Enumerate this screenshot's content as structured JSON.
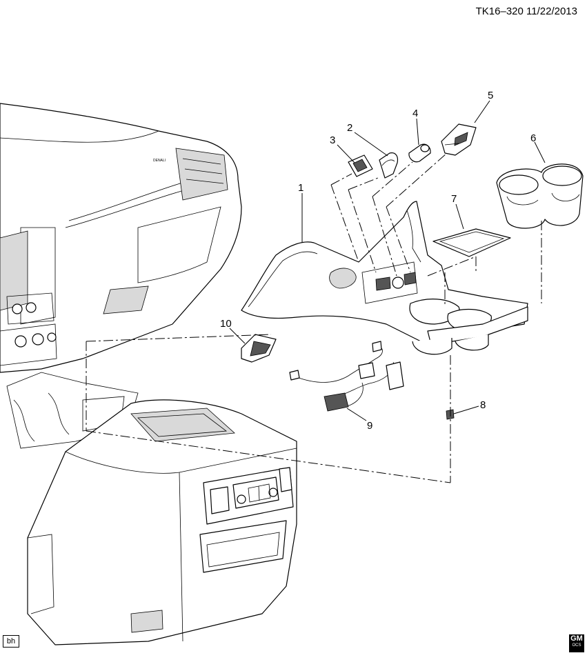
{
  "header": {
    "code": "TK16–320  11/22/2013"
  },
  "corner_tag": "bh",
  "logo": {
    "text": "GM",
    "sub": "OCS"
  },
  "callouts": [
    {
      "id": "callout-1",
      "label": "1"
    },
    {
      "id": "callout-2",
      "label": "2"
    },
    {
      "id": "callout-3",
      "label": "3"
    },
    {
      "id": "callout-4",
      "label": "4"
    },
    {
      "id": "callout-5",
      "label": "5"
    },
    {
      "id": "callout-6",
      "label": "6"
    },
    {
      "id": "callout-7",
      "label": "7"
    },
    {
      "id": "callout-8",
      "label": "8"
    },
    {
      "id": "callout-9",
      "label": "9"
    },
    {
      "id": "callout-10",
      "label": "10"
    }
  ],
  "dashboard_badge": "DENALI"
}
